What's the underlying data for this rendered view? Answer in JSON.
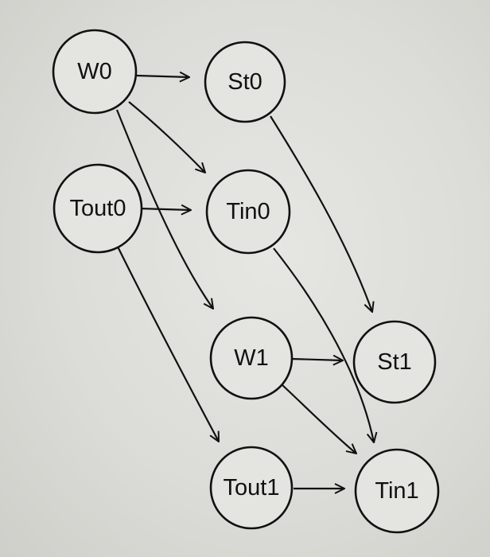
{
  "diagram": {
    "nodes": [
      {
        "id": "W0",
        "label": "W0"
      },
      {
        "id": "St0",
        "label": "St0"
      },
      {
        "id": "Tout0",
        "label": "Tout0"
      },
      {
        "id": "Tin0",
        "label": "Tin0"
      },
      {
        "id": "W1",
        "label": "W1"
      },
      {
        "id": "St1",
        "label": "St1"
      },
      {
        "id": "Tout1",
        "label": "Tout1"
      },
      {
        "id": "Tin1",
        "label": "Tin1"
      }
    ],
    "edges": [
      {
        "from": "W0",
        "to": "St0"
      },
      {
        "from": "W0",
        "to": "Tin0"
      },
      {
        "from": "W0",
        "to": "W1"
      },
      {
        "from": "St0",
        "to": "St1"
      },
      {
        "from": "Tout0",
        "to": "Tin0"
      },
      {
        "from": "Tout0",
        "to": "Tout1"
      },
      {
        "from": "Tin0",
        "to": "Tin1"
      },
      {
        "from": "W1",
        "to": "St1"
      },
      {
        "from": "W1",
        "to": "Tin1"
      },
      {
        "from": "Tout1",
        "to": "Tin1"
      }
    ]
  }
}
